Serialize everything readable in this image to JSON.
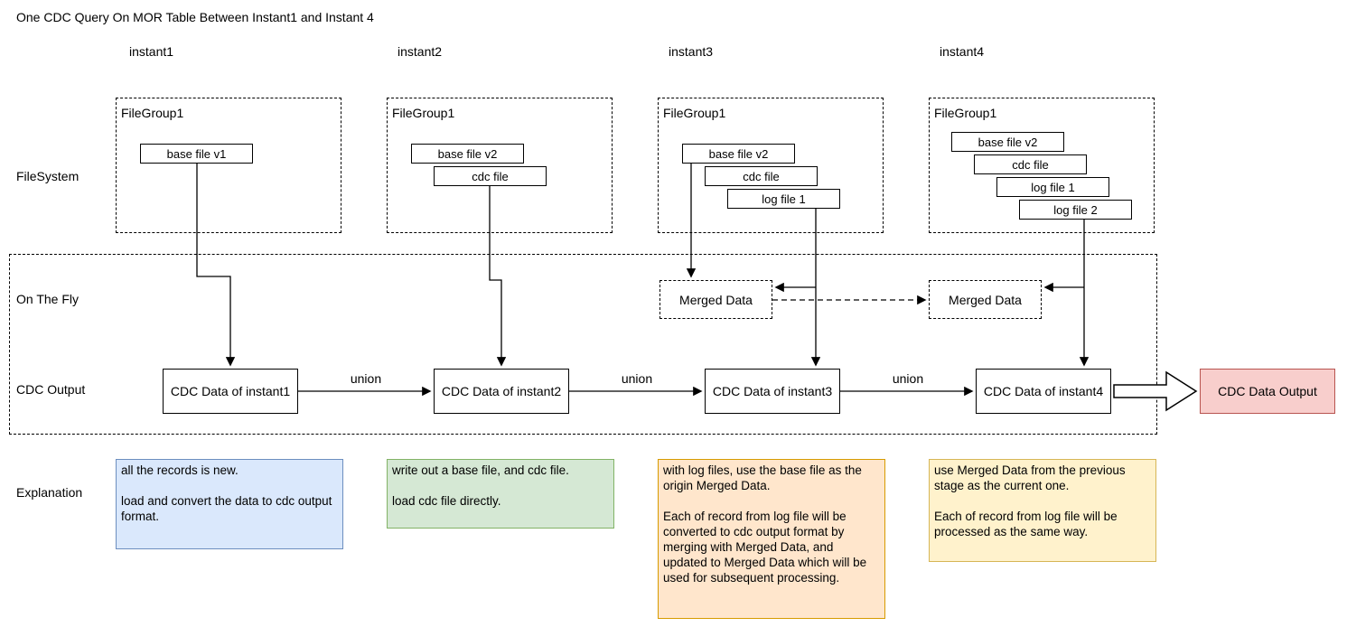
{
  "title": "One CDC Query On MOR Table Between Instant1 and Instant 4",
  "rows": {
    "filesystem": "FileSystem",
    "on_the_fly": "On The Fly",
    "cdc_output": "CDC Output",
    "explanation": "Explanation"
  },
  "instants": [
    "instant1",
    "instant2",
    "instant3",
    "instant4"
  ],
  "filegroups": [
    {
      "label": "FileGroup1",
      "files": [
        "base file v1"
      ]
    },
    {
      "label": "FileGroup1",
      "files": [
        "base file v2",
        "cdc file"
      ]
    },
    {
      "label": "FileGroup1",
      "files": [
        "base file v2",
        "cdc file",
        "log file 1"
      ]
    },
    {
      "label": "FileGroup1",
      "files": [
        "base file v2",
        "cdc file",
        "log file 1",
        "log file 2"
      ]
    }
  ],
  "merged": [
    "Merged Data",
    "Merged Data"
  ],
  "cdc_boxes": [
    "CDC Data of instant1",
    "CDC Data of instant2",
    "CDC Data of instant3",
    "CDC Data of instant4"
  ],
  "union_label": "union",
  "output_box": "CDC Data Output",
  "explanations": [
    "all the records is new.\n\nload and convert the data to cdc output format.",
    "write out a base file, and cdc file.\n\nload cdc file directly.",
    "with log files, use the base file as the origin Merged Data.\n\nEach of record from log file will be converted to cdc output format by merging with Merged Data, and updated to Merged Data which will be used for subsequent processing.",
    "use Merged Data from the previous stage as the current one.\n\nEach of record from log file will be processed as the same way."
  ],
  "colors": {
    "explanation_blue_fill": "#dae8fc",
    "explanation_blue_border": "#6c8ebf",
    "explanation_green_fill": "#d5e8d4",
    "explanation_green_border": "#82b366",
    "explanation_orange_fill": "#ffe6cc",
    "explanation_orange_border": "#d79b00",
    "explanation_yellow_fill": "#fff2cc",
    "explanation_yellow_border": "#d6b656",
    "output_fill": "#f8cecc",
    "output_border": "#b85450",
    "line_color": "#000000"
  }
}
